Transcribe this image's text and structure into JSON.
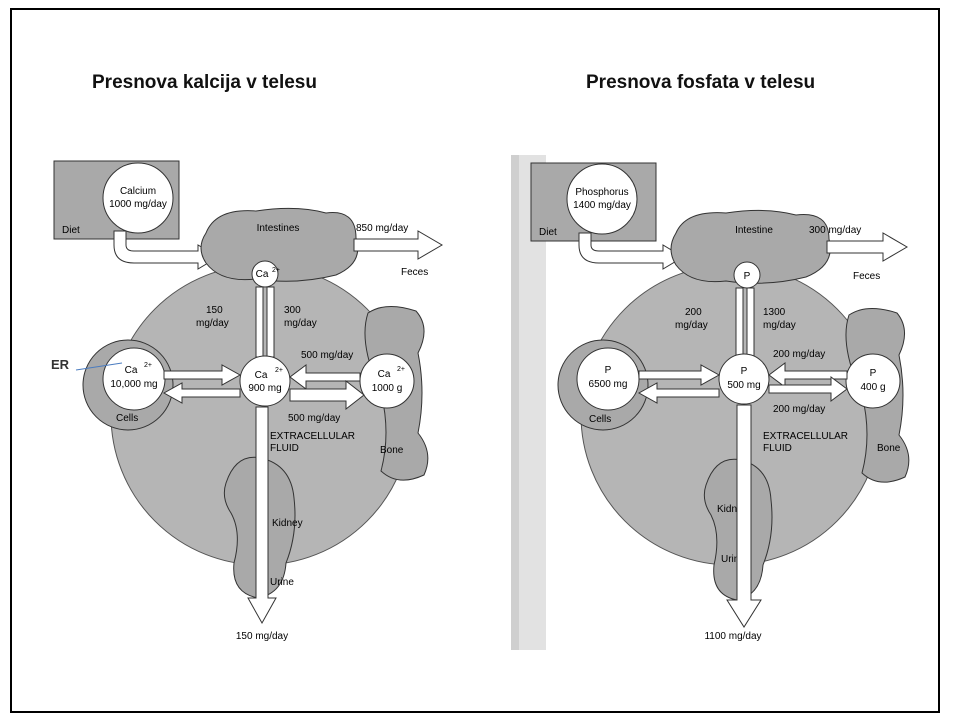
{
  "titles": {
    "left": "Presnova kalcija v telesu",
    "right": "Presnova fosfata v telesu"
  },
  "er_label": "ER",
  "calcium": {
    "diet": "Diet",
    "source_name": "Calcium",
    "source_amount": "1000 mg/day",
    "intestines": "Intestines",
    "feces_amount": "850 mg/day",
    "feces": "Feces",
    "ion": "Ca",
    "ion_sup": "2+",
    "absorb": "150",
    "absorb_unit": "mg/day",
    "secrete": "300",
    "secrete_unit": "mg/day",
    "cells_pool": "10,000 mg",
    "cells": "Cells",
    "ecf_pool": "900 mg",
    "bone_pool": "1000 g",
    "bone": "Bone",
    "bone_release": "500 mg/day",
    "bone_deposit": "500 mg/day",
    "ecf1": "EXTRACELLULAR",
    "ecf2": "FLUID",
    "kidney": "Kidney",
    "urine": "Urine",
    "urine_amount": "150 mg/day"
  },
  "phosphate": {
    "diet": "Diet",
    "source_name": "Phosphorus",
    "source_amount": "1400 mg/day",
    "intestines": "Intestine",
    "feces_amount": "300 mg/day",
    "feces": "Feces",
    "ion": "P",
    "absorb": "200",
    "absorb_unit": "mg/day",
    "secrete": "1300",
    "secrete_unit": "mg/day",
    "cells_pool": "6500 mg",
    "cells": "Cells",
    "ecf_pool": "500 mg",
    "bone_pool": "400 g",
    "bone": "Bone",
    "bone_release": "200 mg/day",
    "bone_deposit": "200 mg/day",
    "ecf1": "EXTRACELLULAR",
    "ecf2": "FLUID",
    "kidney": "Kidney",
    "urine": "Urine",
    "urine_amount": "1100 mg/day"
  }
}
